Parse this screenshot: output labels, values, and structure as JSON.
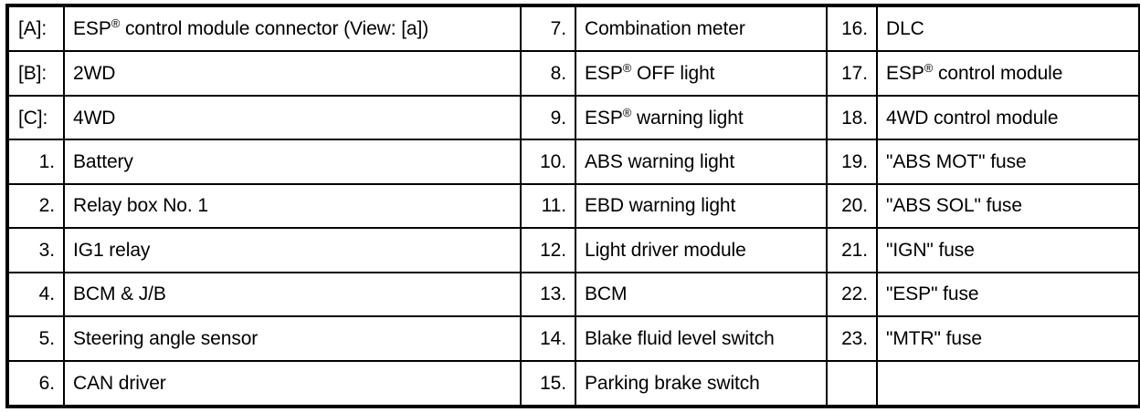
{
  "document": {
    "type": "component-legend-table",
    "title": "ESP control module wiring diagram component legend",
    "columns": 6,
    "rows": 10,
    "border_color": "#000000",
    "background_color": "#ffffff",
    "text_color": "#000000"
  },
  "rows": [
    {
      "ref1": "[A]:",
      "desc1_pre": "ESP",
      "desc1_sup": "®",
      "desc1_post": " control module connector (View: [a])",
      "ref2": "7.",
      "desc2_pre": "Combination meter",
      "desc2_sup": "",
      "desc2_post": "",
      "ref3": "16.",
      "desc3_pre": "DLC",
      "desc3_sup": "",
      "desc3_post": ""
    },
    {
      "ref1": "[B]:",
      "desc1_pre": "2WD",
      "desc1_sup": "",
      "desc1_post": "",
      "ref2": "8.",
      "desc2_pre": "ESP",
      "desc2_sup": "®",
      "desc2_post": " OFF light",
      "ref3": "17.",
      "desc3_pre": "ESP",
      "desc3_sup": "®",
      "desc3_post": " control module"
    },
    {
      "ref1": "[C]:",
      "desc1_pre": "4WD",
      "desc1_sup": "",
      "desc1_post": "",
      "ref2": "9.",
      "desc2_pre": "ESP",
      "desc2_sup": "®",
      "desc2_post": " warning light",
      "ref3": "18.",
      "desc3_pre": "4WD control module",
      "desc3_sup": "",
      "desc3_post": ""
    },
    {
      "ref1": "1.",
      "desc1_pre": "Battery",
      "desc1_sup": "",
      "desc1_post": "",
      "ref2": "10.",
      "desc2_pre": "ABS warning light",
      "desc2_sup": "",
      "desc2_post": "",
      "ref3": "19.",
      "desc3_pre": "\"ABS MOT\" fuse",
      "desc3_sup": "",
      "desc3_post": ""
    },
    {
      "ref1": "2.",
      "desc1_pre": "Relay box No. 1",
      "desc1_sup": "",
      "desc1_post": "",
      "ref2": "11.",
      "desc2_pre": "EBD warning light",
      "desc2_sup": "",
      "desc2_post": "",
      "ref3": "20.",
      "desc3_pre": "\"ABS SOL\" fuse",
      "desc3_sup": "",
      "desc3_post": ""
    },
    {
      "ref1": "3.",
      "desc1_pre": "IG1 relay",
      "desc1_sup": "",
      "desc1_post": "",
      "ref2": "12.",
      "desc2_pre": "Light driver module",
      "desc2_sup": "",
      "desc2_post": "",
      "ref3": "21.",
      "desc3_pre": "\"IGN\" fuse",
      "desc3_sup": "",
      "desc3_post": ""
    },
    {
      "ref1": "4.",
      "desc1_pre": "BCM & J/B",
      "desc1_sup": "",
      "desc1_post": "",
      "ref2": "13.",
      "desc2_pre": "BCM",
      "desc2_sup": "",
      "desc2_post": "",
      "ref3": "22.",
      "desc3_pre": "\"ESP\" fuse",
      "desc3_sup": "",
      "desc3_post": ""
    },
    {
      "ref1": "5.",
      "desc1_pre": "Steering angle sensor",
      "desc1_sup": "",
      "desc1_post": "",
      "ref2": "14.",
      "desc2_pre": "Blake fluid level switch",
      "desc2_sup": "",
      "desc2_post": "",
      "ref3": "23.",
      "desc3_pre": "\"MTR\" fuse",
      "desc3_sup": "",
      "desc3_post": ""
    },
    {
      "ref1": "6.",
      "desc1_pre": "CAN driver",
      "desc1_sup": "",
      "desc1_post": "",
      "ref2": "15.",
      "desc2_pre": "Parking brake switch",
      "desc2_sup": "",
      "desc2_post": "",
      "ref3": "",
      "desc3_pre": "",
      "desc3_sup": "",
      "desc3_post": ""
    }
  ]
}
